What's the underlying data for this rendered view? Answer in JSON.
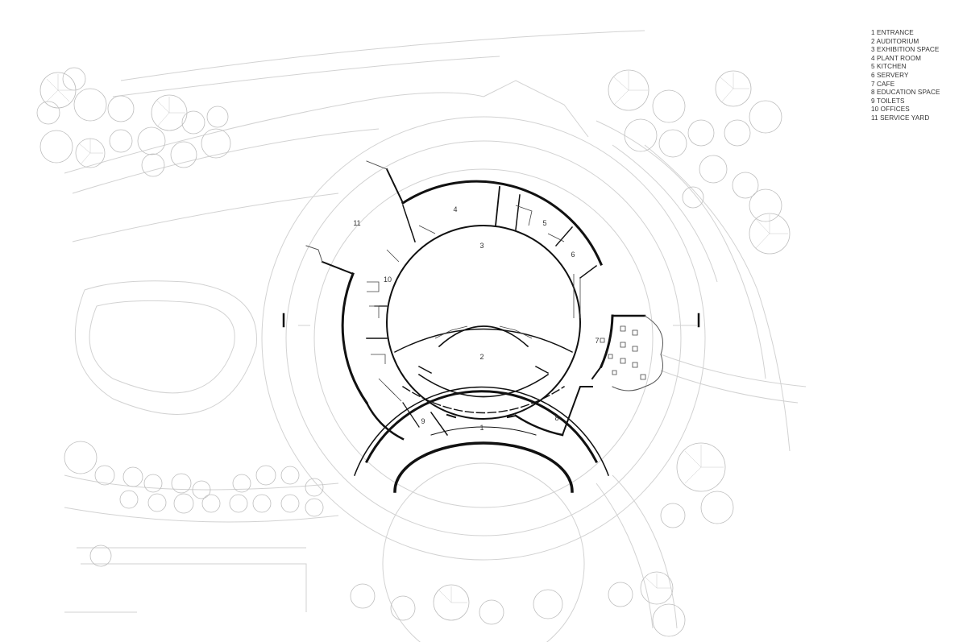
{
  "legend": [
    {
      "number": "1",
      "text": "1 ENTRANCE"
    },
    {
      "number": "2",
      "text": "2 AUDITORIUM"
    },
    {
      "number": "3",
      "text": "3 EXHIBITION SPACE"
    },
    {
      "number": "4",
      "text": "4 PLANT ROOM"
    },
    {
      "number": "5",
      "text": "5 KITCHEN"
    },
    {
      "number": "6",
      "text": "6 SERVERY"
    },
    {
      "number": "7",
      "text": "7 CAFE"
    },
    {
      "number": "8",
      "text": "8 EDUCATION SPACE"
    },
    {
      "number": "9",
      "text": "9 TOILETS"
    },
    {
      "number": "10",
      "text": "10 OFFICES"
    },
    {
      "number": "11",
      "text": "11 SERVICE YARD"
    }
  ],
  "rooms": {
    "r1": "1",
    "r2": "2",
    "r3": "3",
    "r4": "4",
    "r5": "5",
    "r6": "6",
    "r7": "7",
    "r8": "8",
    "r9": "9",
    "r10": "10",
    "r11": "11"
  },
  "colors": {
    "wall": "#111111",
    "landscape_line": "#cfcfcf",
    "tree": "#bdbdbd",
    "label": "#333333"
  }
}
